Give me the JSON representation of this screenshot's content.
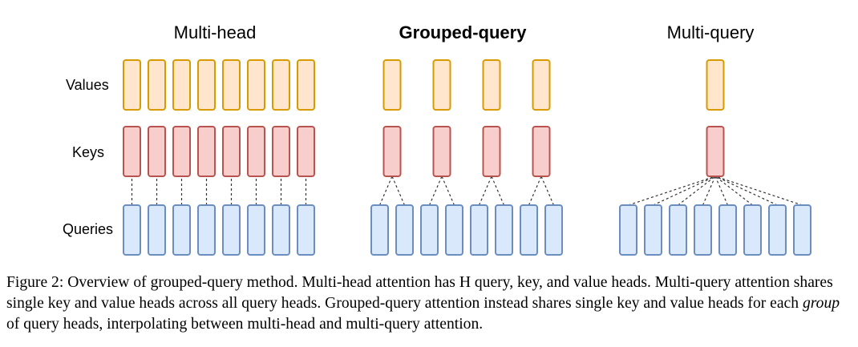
{
  "panels": [
    {
      "title": "Multi-head",
      "bold": false,
      "queries": 8,
      "keys": 8,
      "values": 8
    },
    {
      "title": "Grouped-query",
      "bold": true,
      "queries": 8,
      "keys": 4,
      "values": 4
    },
    {
      "title": "Multi-query",
      "bold": false,
      "queries": 8,
      "keys": 1,
      "values": 1
    }
  ],
  "row_labels": {
    "values": "Values",
    "keys": "Keys",
    "queries": "Queries"
  },
  "caption": {
    "prefix": "Figure 2: Overview of grouped-query method. Multi-head attention has H query, key, and value heads. Multi-query attention shares single key and value heads across all query heads. Grouped-query attention instead shares single key and value heads for each ",
    "emphasis": "group",
    "suffix": " of query heads, interpolating between multi-head and multi-query attention."
  },
  "colors": {
    "value_fill": "#ffe6cc",
    "value_stroke": "#d79b00",
    "key_fill": "#f8cecc",
    "key_stroke": "#b85450",
    "query_fill": "#dae8fc",
    "query_stroke": "#6c8ebf",
    "connector": "#333333"
  }
}
